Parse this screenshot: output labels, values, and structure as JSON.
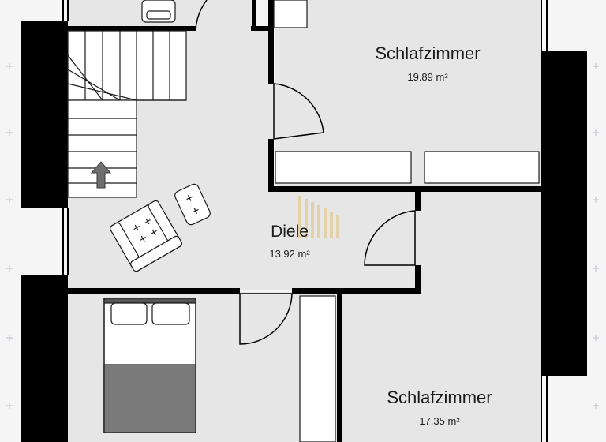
{
  "rooms": [
    {
      "name": "Schlafzimmer",
      "area": "19.89 m²"
    },
    {
      "name": "Diele",
      "area": "13.92 m²"
    },
    {
      "name": "Schlafzimmer",
      "area": "17.35 m²"
    }
  ],
  "colors": {
    "wall": "#000000",
    "floor": "#e6e6e6",
    "background": "#f5f5f5",
    "furniture": "#ffffff",
    "bed_blanket": "#7a7a7a",
    "stair_arrow": "#6e6e6e",
    "grid_plus": "#c4ccd6",
    "watermark": "#e0b860"
  },
  "icons": {
    "stairs": "stairs-icon",
    "stair_direction": "arrow-up-icon",
    "armchair": "armchair-icon",
    "ottoman": "ottoman-icon",
    "double_bed": "double-bed-icon",
    "toilet": "toilet-icon",
    "watermark": "watermark-logo"
  }
}
